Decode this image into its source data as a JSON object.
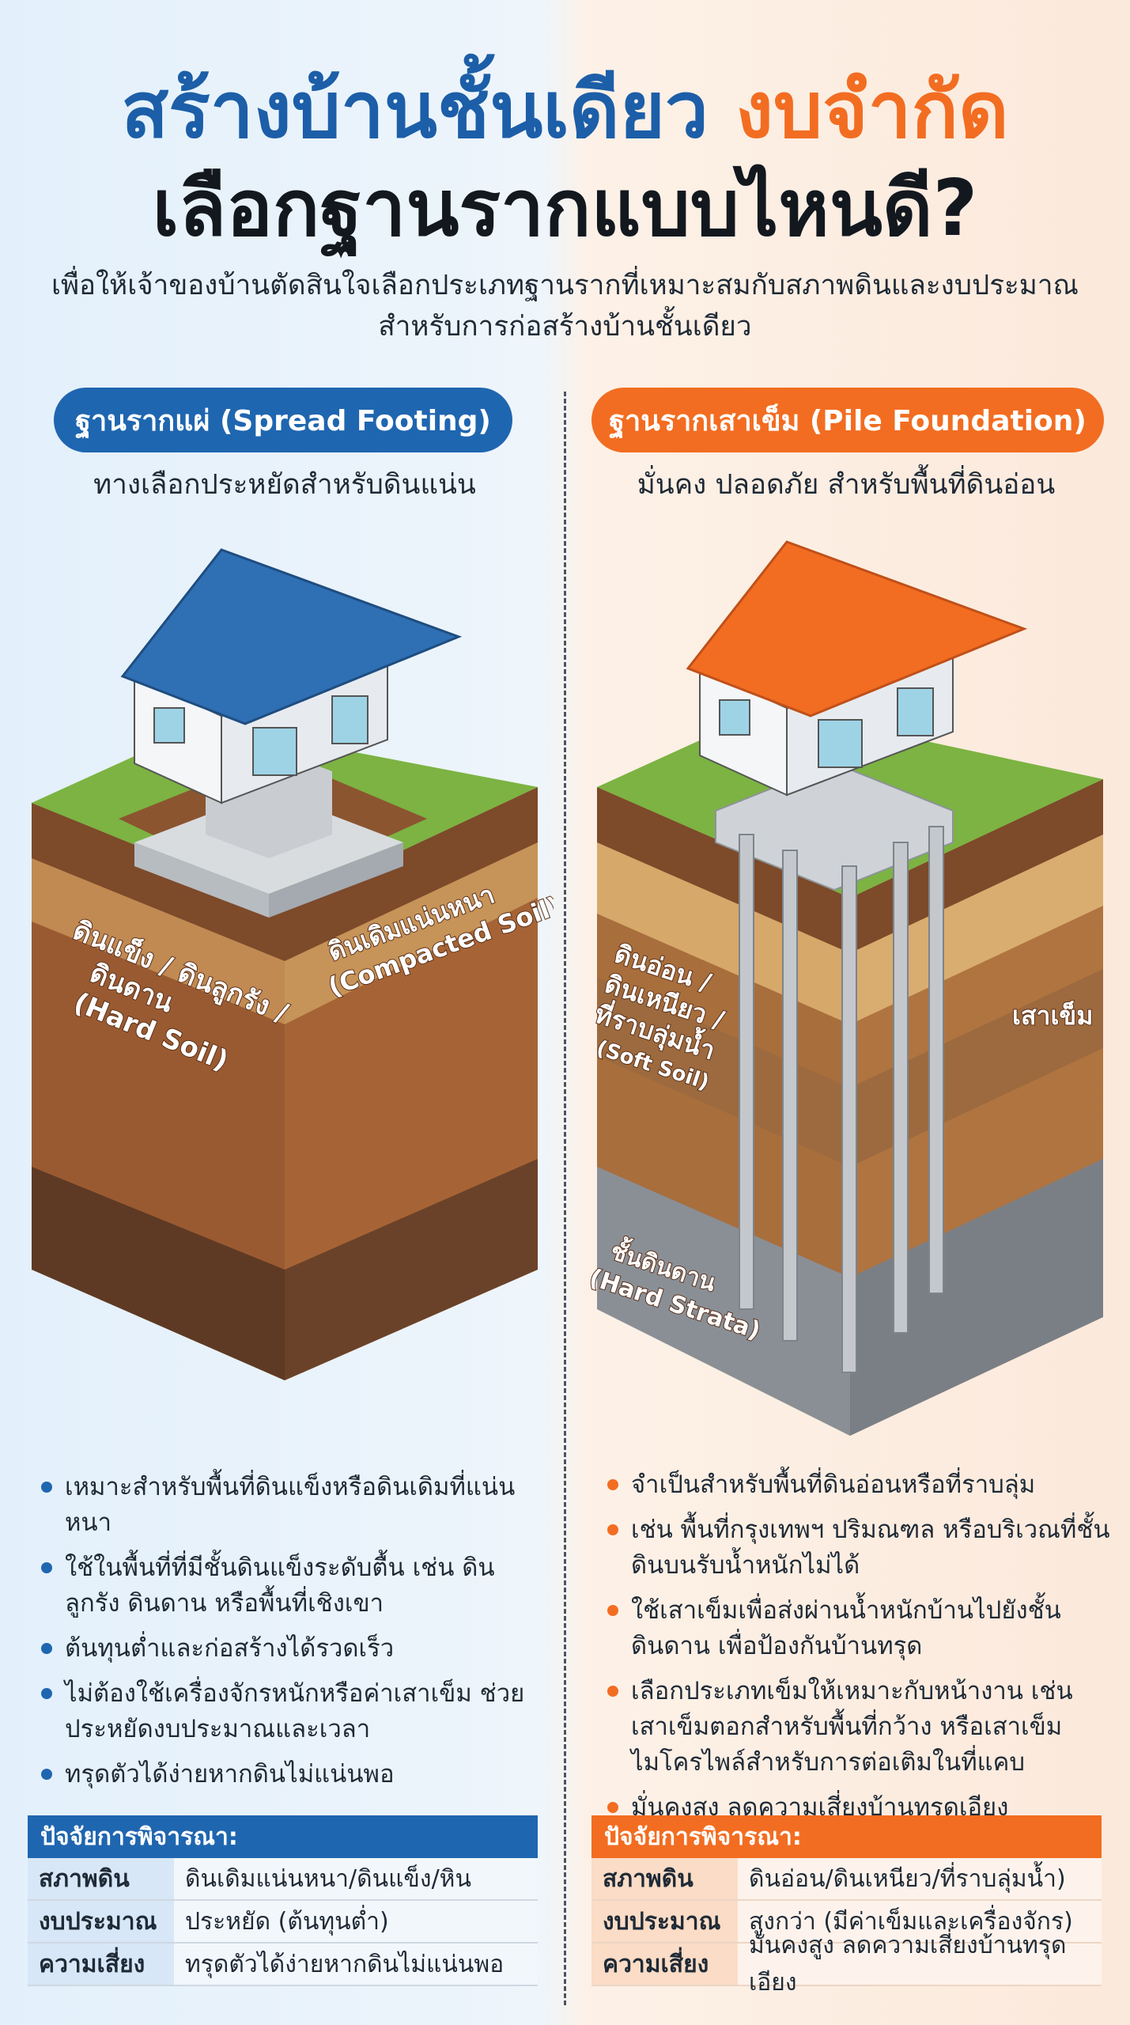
{
  "header": {
    "title_line1_part1": "สร้างบ้านชั้นเดียว",
    "title_line1_part2": "งบจำกัด",
    "title_line2": "เลือกฐานรากแบบไหนดี?",
    "subtitle_line1": "เพื่อให้เจ้าของบ้านตัดสินใจเลือกประเภทฐานรากที่เหมาะสมกับสภาพดินและงบประมาณ",
    "subtitle_line2": "สำหรับการก่อสร้างบ้านชั้นเดียว"
  },
  "colors": {
    "blue_accent": "#1f66b0",
    "orange_accent": "#f26d21"
  },
  "left": {
    "badge": "ฐานรากแผ่ (Spread Footing)",
    "tagline": "ทางเลือกประหยัดสำหรับดินแน่น",
    "illustration": {
      "label_hard_1": "ดินแข็ง / ดินลูกรัง /",
      "label_hard_2": "ดินดาน",
      "label_hard_3": "(Hard Soil)",
      "label_compact_1": "ดินเดิมแน่นหนา",
      "label_compact_2": "(Compacted Soil)"
    },
    "bullets": [
      "เหมาะสำหรับพื้นที่ดินแข็งหรือดินเดิมที่แน่นหนา",
      "ใช้ในพื้นที่ที่มีชั้นดินแข็งระดับตื้น เช่น ดินลูกรัง ดินดาน หรือพื้นที่เชิงเขา",
      "ต้นทุนต่ำและก่อสร้างได้รวดเร็ว",
      "ไม่ต้องใช้เครื่องจักรหนักหรือค่าเสาเข็ม ช่วยประหยัดงบประมาณและเวลา",
      "ทรุดตัวได้ง่ายหากดินไม่แน่นพอ"
    ],
    "factors": {
      "title": "ปัจจัยการพิจารณา:",
      "rows": [
        {
          "key": "สภาพดิน",
          "value": "ดินเดิมแน่นหนา/ดินแข็ง/หิน"
        },
        {
          "key": "งบประมาณ",
          "value": "ประหยัด (ต้นทุนต่ำ)"
        },
        {
          "key": "ความเสี่ยง",
          "value": "ทรุดตัวได้ง่ายหากดินไม่แน่นพอ"
        }
      ]
    }
  },
  "right": {
    "badge": "ฐานรากเสาเข็ม (Pile Foundation)",
    "tagline": "มั่นคง ปลอดภัย สำหรับพื้นที่ดินอ่อน",
    "illustration": {
      "label_soft_1": "ดินอ่อน /",
      "label_soft_2": "ดินเหนียว /",
      "label_soft_3": "ที่ราบลุ่มน้ำ",
      "label_soft_4": "(Soft Soil)",
      "label_pile": "เสาเข็ม",
      "label_strata_1": "ชั้นดินดาน",
      "label_strata_2": "(Hard Strata)"
    },
    "bullets": [
      "จำเป็นสำหรับพื้นที่ดินอ่อนหรือที่ราบลุ่ม",
      "เช่น พื้นที่กรุงเทพฯ ปริมณฑล หรือบริเวณที่ชั้นดินบนรับน้ำหนักไม่ได้",
      "ใช้เสาเข็มเพื่อส่งผ่านน้ำหนักบ้านไปยังชั้นดินดาน เพื่อป้องกันบ้านทรุด",
      "เลือกประเภทเข็มให้เหมาะกับหน้างาน เช่น เสาเข็มตอกสำหรับพื้นที่กว้าง หรือเสาเข็มไมโครไพล์สำหรับการต่อเติมในที่แคบ",
      "มั่นคงสูง ลดความเสี่ยงบ้านทรุดเอียง"
    ],
    "factors": {
      "title": "ปัจจัยการพิจารณา:",
      "rows": [
        {
          "key": "สภาพดิน",
          "value": "ดินอ่อน/ดินเหนียว/ที่ราบลุ่มน้ำ)"
        },
        {
          "key": "งบประมาณ",
          "value": "สูงกว่า (มีค่าเข็มและเครื่องจักร)"
        },
        {
          "key": "ความเสี่ยง",
          "value": "มั่นคงสูง ลดความเสี่ยงบ้านทรุดเอียง"
        }
      ]
    }
  }
}
